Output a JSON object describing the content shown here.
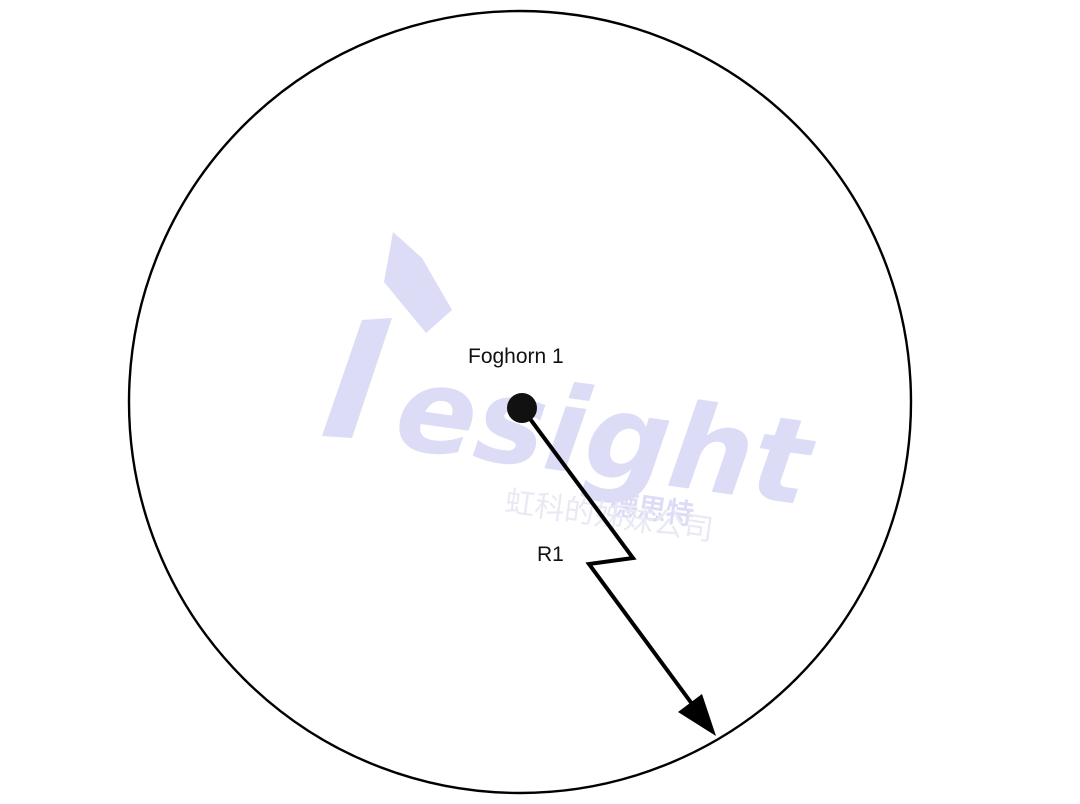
{
  "diagram": {
    "source_label": "Foghorn 1",
    "radius_label": "R1"
  },
  "watermark": {
    "brand_text": "esight",
    "chinese_primary": "德思特",
    "chinese_secondary": "虹科的姊妹公司"
  },
  "colors": {
    "stroke": "#000000",
    "source_dot": "#111111",
    "watermark": "#dcdcf6",
    "watermark_text": "#e6e6f6"
  }
}
